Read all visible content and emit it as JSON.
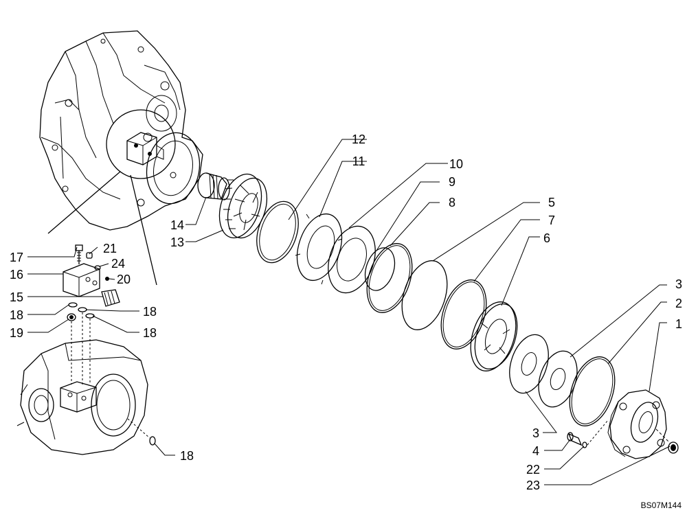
{
  "diagram": {
    "reference_code": "BS07M144",
    "callouts": [
      {
        "id": "c1",
        "text": "1"
      },
      {
        "id": "c2",
        "text": "2"
      },
      {
        "id": "c3a",
        "text": "3"
      },
      {
        "id": "c3b",
        "text": "3"
      },
      {
        "id": "c4",
        "text": "4"
      },
      {
        "id": "c5",
        "text": "5"
      },
      {
        "id": "c6",
        "text": "6"
      },
      {
        "id": "c7",
        "text": "7"
      },
      {
        "id": "c8",
        "text": "8"
      },
      {
        "id": "c9",
        "text": "9"
      },
      {
        "id": "c10",
        "text": "10"
      },
      {
        "id": "c11",
        "text": "11"
      },
      {
        "id": "c12",
        "text": "12"
      },
      {
        "id": "c13",
        "text": "13"
      },
      {
        "id": "c14",
        "text": "14"
      },
      {
        "id": "c15",
        "text": "15"
      },
      {
        "id": "c16",
        "text": "16"
      },
      {
        "id": "c17",
        "text": "17"
      },
      {
        "id": "c18a",
        "text": "18"
      },
      {
        "id": "c18b",
        "text": "18"
      },
      {
        "id": "c18c",
        "text": "18"
      },
      {
        "id": "c18d",
        "text": "18"
      },
      {
        "id": "c19",
        "text": "19"
      },
      {
        "id": "c20",
        "text": "20"
      },
      {
        "id": "c21",
        "text": "21"
      },
      {
        "id": "c22",
        "text": "22"
      },
      {
        "id": "c23",
        "text": "23"
      },
      {
        "id": "c24",
        "text": "24"
      }
    ]
  }
}
